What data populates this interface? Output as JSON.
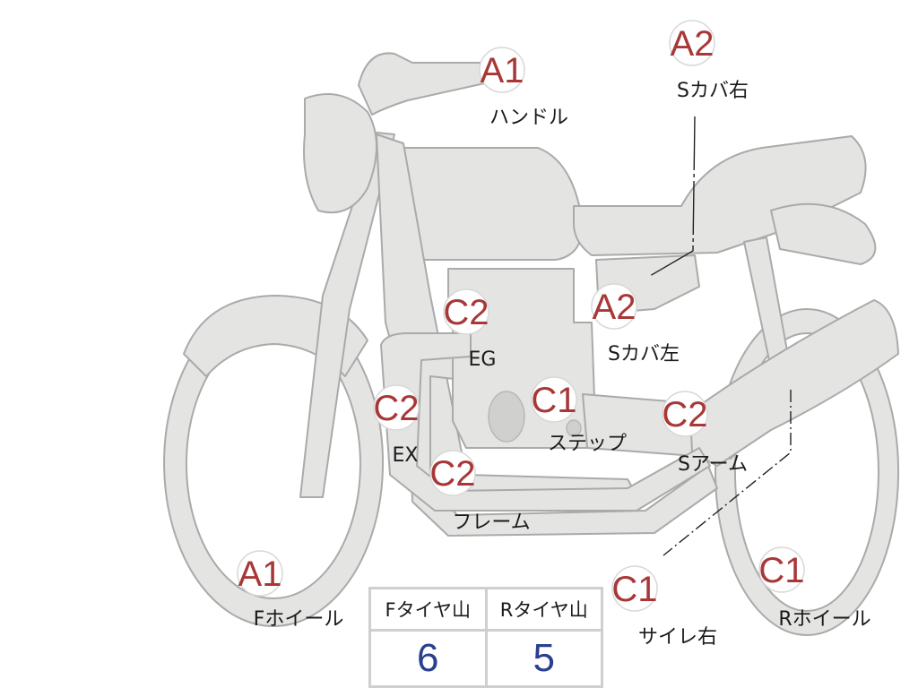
{
  "parts": [
    {
      "id": "handle",
      "grade": "A1",
      "label": "ハンドル"
    },
    {
      "id": "s-cover-right",
      "grade": "A2",
      "label": "Sカバ右"
    },
    {
      "id": "engine",
      "grade": "C2",
      "label": "EG"
    },
    {
      "id": "s-cover-left",
      "grade": "A2",
      "label": "Sカバ左"
    },
    {
      "id": "exhaust",
      "grade": "C2",
      "label": "EX"
    },
    {
      "id": "step",
      "grade": "C1",
      "label": "ステップ"
    },
    {
      "id": "swing-arm",
      "grade": "C2",
      "label": "Sアーム"
    },
    {
      "id": "frame",
      "grade": "C2",
      "label": "フレーム"
    },
    {
      "id": "front-wheel",
      "grade": "A1",
      "label": "Fホイール"
    },
    {
      "id": "silencer-right",
      "grade": "C1",
      "label": "サイレ右"
    },
    {
      "id": "rear-wheel",
      "grade": "C1",
      "label": "Rホイール"
    }
  ],
  "tire_table": {
    "headers": [
      "Fタイヤ山",
      "Rタイヤ山"
    ],
    "values": [
      "6",
      "5"
    ]
  },
  "colors": {
    "grade": "#a83838",
    "tire_value": "#2a3f8f",
    "bike_fill": "#e4e4e2"
  }
}
